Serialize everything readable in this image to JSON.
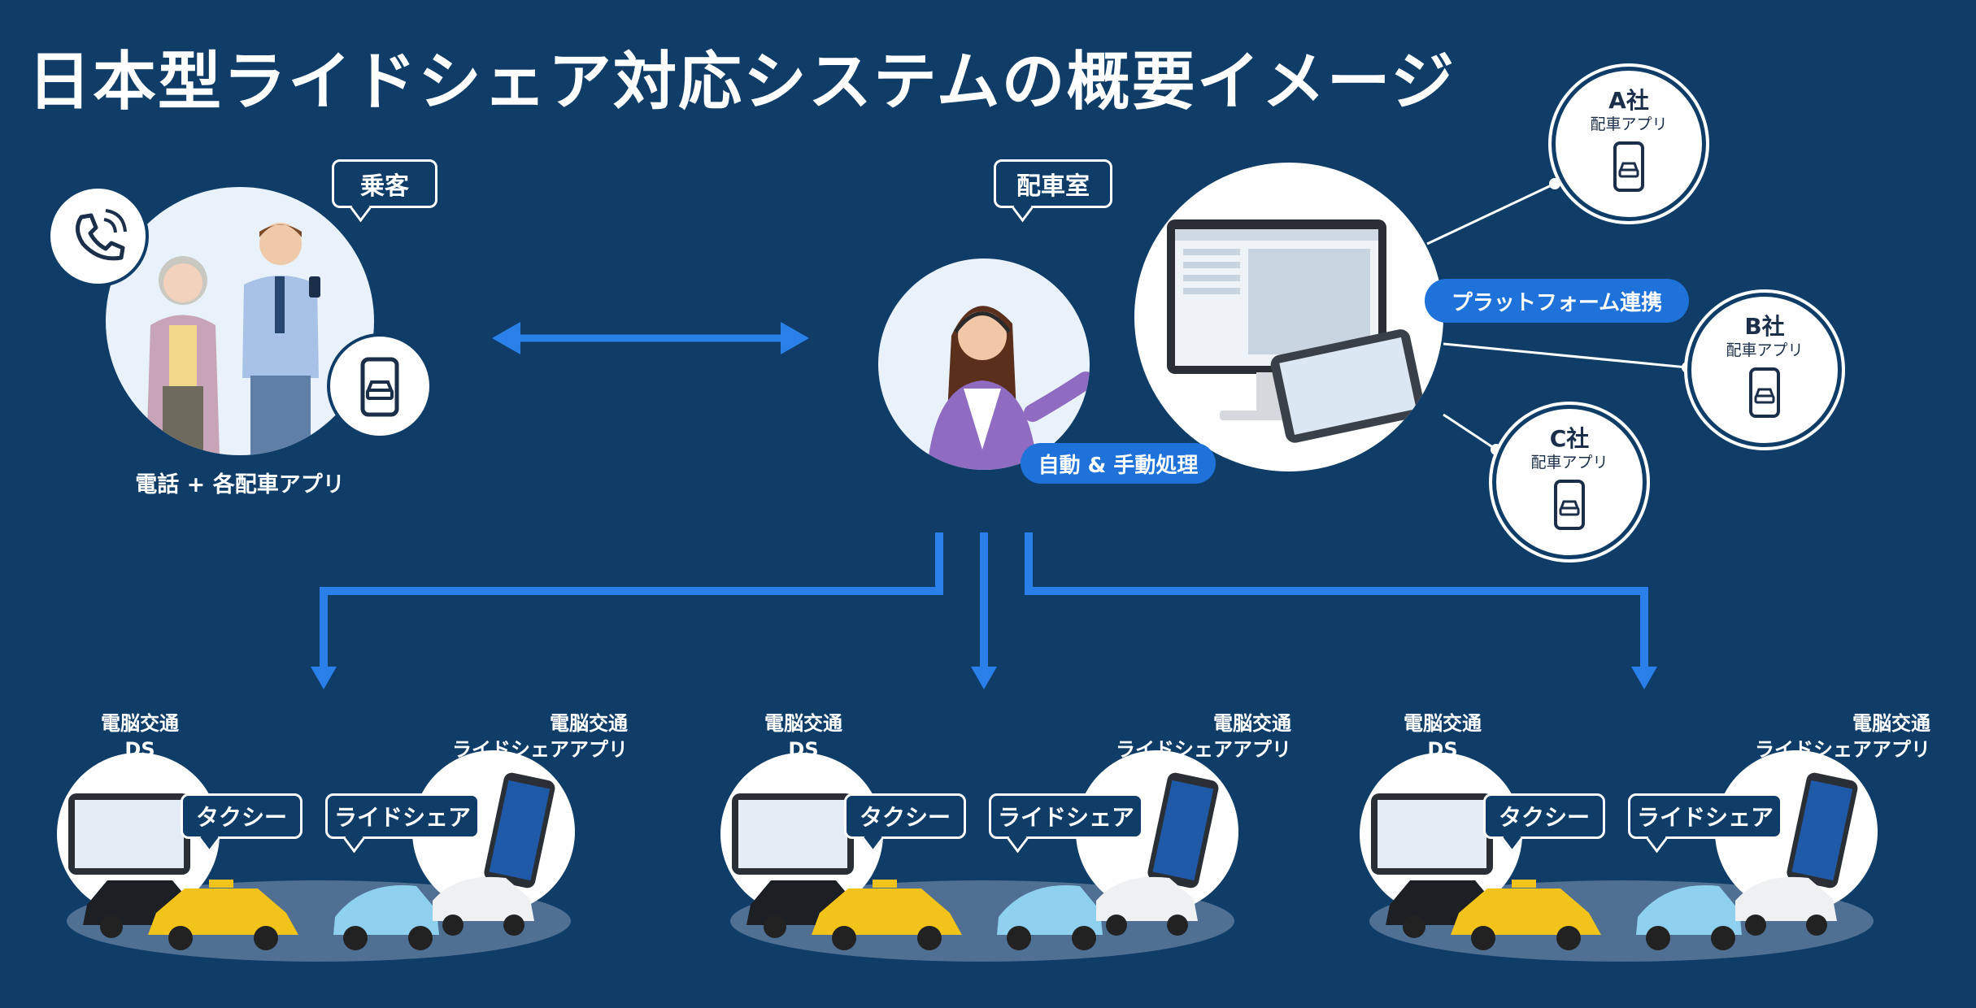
{
  "title": "日本型ライドシェア対応システムの概要イメージ",
  "passenger": {
    "bubble": "乗客",
    "caption": "電話 + 各配車アプリ",
    "phone_icon": "phone-ringing-icon",
    "app_icon": "smartphone-car-icon"
  },
  "dispatch": {
    "bubble": "配車室",
    "processing_label": "自動 & 手動処理",
    "platform_label": "プラットフォーム連携"
  },
  "companies": [
    {
      "name": "A社",
      "app": "配車アプリ"
    },
    {
      "name": "B社",
      "app": "配車アプリ"
    },
    {
      "name": "C社",
      "app": "配車アプリ"
    }
  ],
  "fleets": [
    {
      "ds_line1": "電脳交通",
      "ds_line2": "DS",
      "app_line1": "電脳交通",
      "app_line2": "ライドシェアアプリ",
      "taxi_label": "タクシー",
      "rideshare_label": "ライドシェア"
    },
    {
      "ds_line1": "電脳交通",
      "ds_line2": "DS",
      "app_line1": "電脳交通",
      "app_line2": "ライドシェアアプリ",
      "taxi_label": "タクシー",
      "rideshare_label": "ライドシェア"
    },
    {
      "ds_line1": "電脳交通",
      "ds_line2": "DS",
      "app_line1": "電脳交通",
      "app_line2": "ライドシェアアプリ",
      "taxi_label": "タクシー",
      "rideshare_label": "ライドシェア"
    }
  ],
  "colors": {
    "background": "#0f3d68",
    "accent_blue": "#1f72d9",
    "arrow_blue": "#2a7fe8",
    "taxi_yellow": "#f2c31b",
    "car_lightblue": "#8fd0ee"
  }
}
